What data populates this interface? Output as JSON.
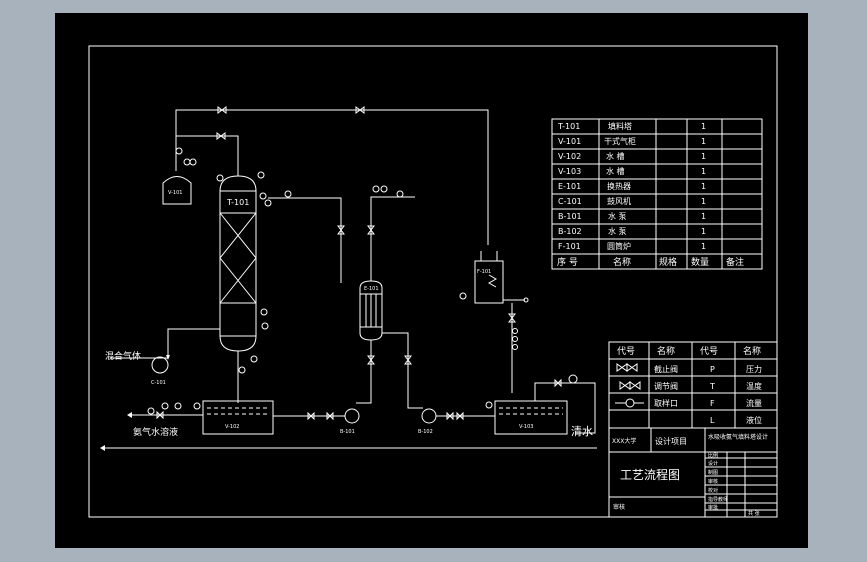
{
  "equipment_list": [
    {
      "code": "T-101",
      "name": "填料塔",
      "spec": "",
      "qty": "1",
      "note": ""
    },
    {
      "code": "V-101",
      "name": "干式气柜",
      "spec": "",
      "qty": "1",
      "note": ""
    },
    {
      "code": "V-102",
      "name": "水 槽",
      "spec": "",
      "qty": "1",
      "note": ""
    },
    {
      "code": "V-103",
      "name": "水 槽",
      "spec": "",
      "qty": "1",
      "note": ""
    },
    {
      "code": "E-101",
      "name": "换热器",
      "spec": "",
      "qty": "1",
      "note": ""
    },
    {
      "code": "C-101",
      "name": "鼓风机",
      "spec": "",
      "qty": "1",
      "note": ""
    },
    {
      "code": "B-101",
      "name": "水 泵",
      "spec": "",
      "qty": "1",
      "note": ""
    },
    {
      "code": "B-102",
      "name": "水 泵",
      "spec": "",
      "qty": "1",
      "note": ""
    },
    {
      "code": "F-101",
      "name": "圆筒炉",
      "spec": "",
      "qty": "1",
      "note": ""
    }
  ],
  "equipment_header": {
    "code": "序 号",
    "name": "名称",
    "spec": "规格",
    "qty": "数量",
    "note": "备注"
  },
  "legend_header": {
    "c1": "代号",
    "c2": "名称",
    "c3": "代号",
    "c4": "名称"
  },
  "legend_rows": [
    {
      "name": "截止阀",
      "code": "P",
      "code_name": "压力"
    },
    {
      "name": "调节阀",
      "code": "T",
      "code_name": "温度"
    },
    {
      "name": "取样口",
      "code": "F",
      "code_name": "流量"
    },
    {
      "name": "",
      "code": "L",
      "code_name": "液位"
    }
  ],
  "title_block": {
    "school": "XXX大学",
    "project": "设计项目",
    "project_title": "水吸收氨气填料塔设计",
    "drawing_title": "工艺流程图",
    "grade_label": "比例",
    "roles": [
      "设计",
      "制图",
      "审核",
      "校对",
      "指导教师",
      "审批"
    ],
    "sheet": "共 张",
    "bottom": "审核"
  },
  "diagram_labels": {
    "column": "T-101",
    "gas_holder": "V-101",
    "exchanger": "E-101",
    "furnace": "F-101",
    "tank_left": "V-102",
    "tank_right": "V-103",
    "blower": "C-101",
    "pump1": "B-101",
    "pump2": "B-102",
    "inlet_gas": "混合气体",
    "outlet_liquid": "氨气水溶液",
    "water_in": "清水"
  },
  "colors": {
    "background": "#a7b2bd",
    "sheet": "#000000",
    "lines": "#ffffff"
  }
}
